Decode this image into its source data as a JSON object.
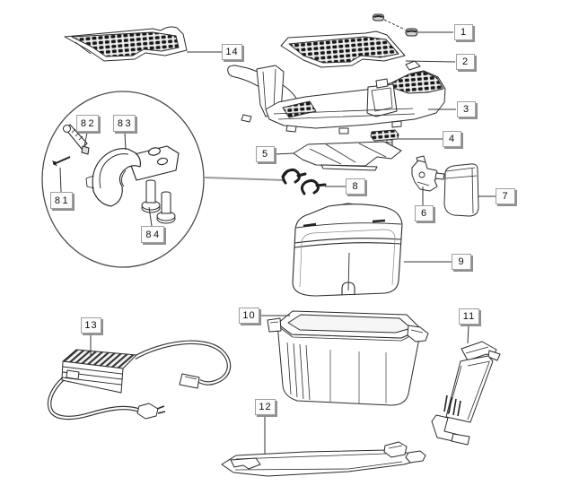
{
  "figure": {
    "type": "exploded-parts-diagram",
    "background_color": "#ffffff",
    "line_color": "#2b2b2b",
    "callout_border_color": "#9f9f9f",
    "callout_shadow_color": "#8f8f8f",
    "detail_link_color": "#9a9a9a"
  },
  "callouts": {
    "c1": "1",
    "c2": "2",
    "c3": "3",
    "c4": "4",
    "c5": "5",
    "c6": "6",
    "c7": "7",
    "c8": "8",
    "c9": "9",
    "c10": "10",
    "c11": "11",
    "c12": "12",
    "c13": "13",
    "c14": "14",
    "c81": "81",
    "c82": "82",
    "c83": "83",
    "c84": "84"
  }
}
